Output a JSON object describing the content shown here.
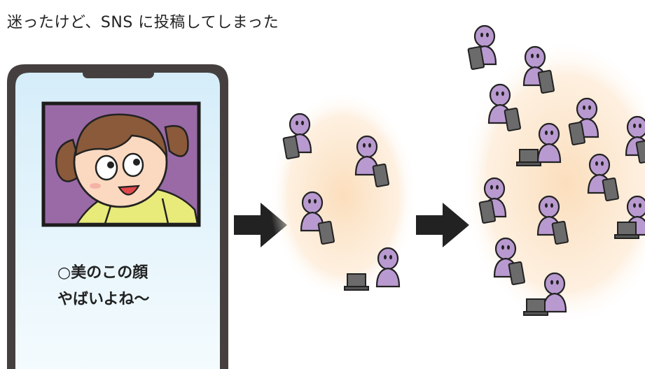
{
  "caption": "迷ったけど、SNS に投稿してしまった",
  "post": {
    "line1": "○美のこの顔",
    "line2": "やばいよね〜"
  },
  "colors": {
    "phone_frame": "#45403f",
    "phone_screen_top": "#d7eef9",
    "phone_screen_bottom": "#f2fafd",
    "photo_background": "#9a6aa6",
    "person_fill": "#b99ad0",
    "device_fill": "#6b6b6b",
    "glow": "#fbe2c2",
    "arrow": "#222222"
  },
  "icons": [
    "smartphone-frame",
    "girl-portrait",
    "arrow-right",
    "viewer-person",
    "tablet-icon",
    "laptop-icon"
  ]
}
